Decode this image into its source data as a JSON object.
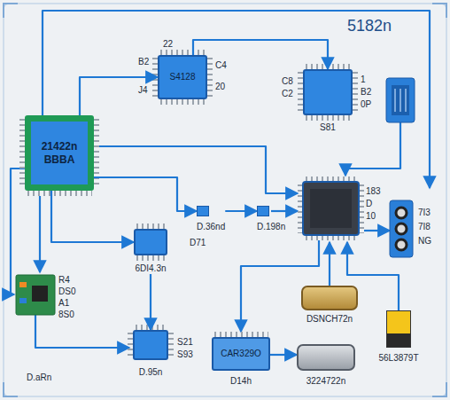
{
  "diagram": {
    "title": "5182n",
    "nodes": [
      {
        "text": [
          "S4128"
        ]
      },
      {
        "text": [
          "S81"
        ]
      },
      {
        "text": [
          "21422n",
          "BBBA"
        ]
      },
      {
        "text": [
          "D.36nd"
        ]
      },
      {
        "text": [
          "D.198n"
        ]
      },
      {
        "text": [
          "6DI4.3n"
        ]
      },
      {
        "text": [
          "DSNCH72n"
        ]
      },
      {
        "text": [
          "56L3879T"
        ]
      },
      {
        "text": [
          "D.95n"
        ]
      },
      {
        "text": [
          "CAR329O",
          "D14h"
        ]
      },
      {
        "text": [
          "3224722n"
        ]
      }
    ],
    "edges": [
      {
        "from": 2,
        "to": 0,
        "arrow": "to"
      },
      {
        "from": 0,
        "to": 1,
        "arrow": "to"
      },
      {
        "from": 2,
        "to": 3,
        "arrow": "to"
      },
      {
        "from": 3,
        "to": 4,
        "arrow": "to"
      },
      {
        "from": 2,
        "to": 5,
        "arrow": "to"
      },
      {
        "from": 5,
        "to": 8,
        "arrow": "to"
      },
      {
        "from": 9,
        "to": 10,
        "arrow": "to"
      }
    ],
    "labels": [
      "22",
      "B2",
      "J4",
      "C4",
      "20",
      "C8",
      "C2",
      "1",
      "B2",
      "0P",
      "183",
      "D",
      "10",
      "7I3",
      "7I8",
      "NG",
      "D71",
      "R4",
      "DS0",
      "A1",
      "8S0",
      "D.aRn",
      "S21",
      "S93"
    ]
  }
}
